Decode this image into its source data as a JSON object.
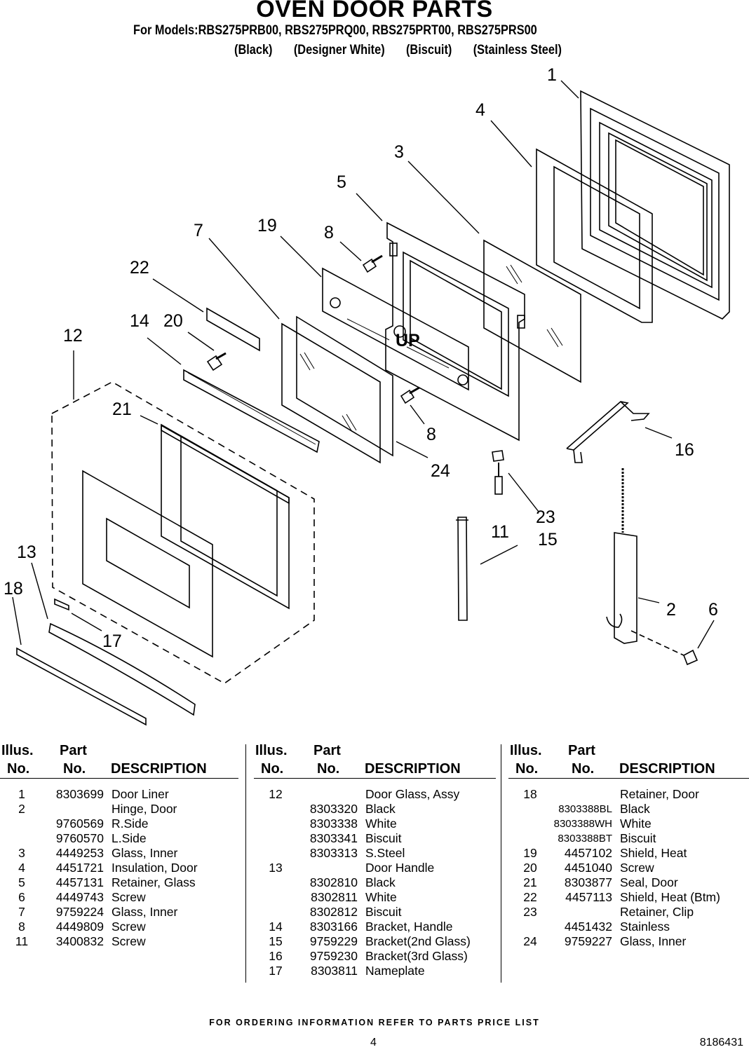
{
  "header": {
    "title": "OVEN DOOR PARTS",
    "models": "For Models:RBS275PRB00, RBS275PRQ00, RBS275PRT00, RBS275PRS00",
    "variants": [
      "(Black)",
      "(Designer White)",
      "(Biscuit)",
      "(Stainless Steel)"
    ]
  },
  "diagram": {
    "callouts": [
      "1",
      "4",
      "3",
      "5",
      "7",
      "19",
      "8",
      "22",
      "14",
      "20",
      "12",
      "21",
      "8",
      "24",
      "16",
      "23",
      "11",
      "15",
      "13",
      "18",
      "17",
      "2",
      "6"
    ],
    "marking": "UP"
  },
  "table": {
    "headers": {
      "illus_line1": "Illus.",
      "illus_line2": "No.",
      "part_line1": "Part",
      "part_line2": "No.",
      "description": "DESCRIPTION"
    },
    "columns": [
      {
        "rows": [
          {
            "illus": "1",
            "part": "8303699",
            "desc": "Door Liner"
          },
          {
            "illus": "2",
            "part": "",
            "desc": "Hinge, Door"
          },
          {
            "illus": "",
            "part": "9760569",
            "desc": "R.Side"
          },
          {
            "illus": "",
            "part": "9760570",
            "desc": "L.Side"
          },
          {
            "illus": "3",
            "part": "4449253",
            "desc": "Glass, Inner"
          },
          {
            "illus": "4",
            "part": "4451721",
            "desc": "Insulation, Door"
          },
          {
            "illus": "5",
            "part": "4457131",
            "desc": "Retainer, Glass"
          },
          {
            "illus": "6",
            "part": "4449743",
            "desc": "Screw"
          },
          {
            "illus": "7",
            "part": "9759224",
            "desc": "Glass, Inner"
          },
          {
            "illus": "8",
            "part": "4449809",
            "desc": "Screw"
          },
          {
            "illus": "11",
            "part": "3400832",
            "desc": "Screw"
          }
        ]
      },
      {
        "rows": [
          {
            "illus": "12",
            "part": "",
            "desc": "Door Glass, Assy"
          },
          {
            "illus": "",
            "part": "8303320",
            "desc": "Black"
          },
          {
            "illus": "",
            "part": "8303338",
            "desc": "White"
          },
          {
            "illus": "",
            "part": "8303341",
            "desc": "Biscuit"
          },
          {
            "illus": "",
            "part": "8303313",
            "desc": "S.Steel"
          },
          {
            "illus": "13",
            "part": "",
            "desc": "Door Handle"
          },
          {
            "illus": "",
            "part": "8302810",
            "desc": "Black"
          },
          {
            "illus": "",
            "part": "8302811",
            "desc": "White"
          },
          {
            "illus": "",
            "part": "8302812",
            "desc": "Biscuit"
          },
          {
            "illus": "14",
            "part": "8303166",
            "desc": "Bracket, Handle"
          },
          {
            "illus": "15",
            "part": "9759229",
            "desc": "Bracket(2nd Glass)"
          },
          {
            "illus": "16",
            "part": "9759230",
            "desc": "Bracket(3rd Glass)"
          },
          {
            "illus": "17",
            "part": "8303811",
            "desc": "Nameplate"
          }
        ]
      },
      {
        "rows": [
          {
            "illus": "18",
            "part": "",
            "desc": "Retainer, Door"
          },
          {
            "illus": "",
            "part": "8303388BL",
            "desc": "Black",
            "small": true
          },
          {
            "illus": "",
            "part": "8303388WH",
            "desc": "White",
            "small": true
          },
          {
            "illus": "",
            "part": "8303388BT",
            "desc": "Biscuit",
            "small": true
          },
          {
            "illus": "19",
            "part": "4457102",
            "desc": "Shield, Heat"
          },
          {
            "illus": "20",
            "part": "4451040",
            "desc": "Screw"
          },
          {
            "illus": "21",
            "part": "8303877",
            "desc": "Seal, Door"
          },
          {
            "illus": "22",
            "part": "4457113",
            "desc": "Shield, Heat (Btm)"
          },
          {
            "illus": "23",
            "part": "",
            "desc": "Retainer, Clip"
          },
          {
            "illus": "",
            "part": "4451432",
            "desc": "Stainless"
          },
          {
            "illus": "24",
            "part": "9759227",
            "desc": "Glass, Inner"
          }
        ]
      }
    ]
  },
  "footer": {
    "ordering_note": "FOR ORDERING INFORMATION REFER TO PARTS PRICE LIST",
    "page_number": "4",
    "document_number": "8186431"
  }
}
